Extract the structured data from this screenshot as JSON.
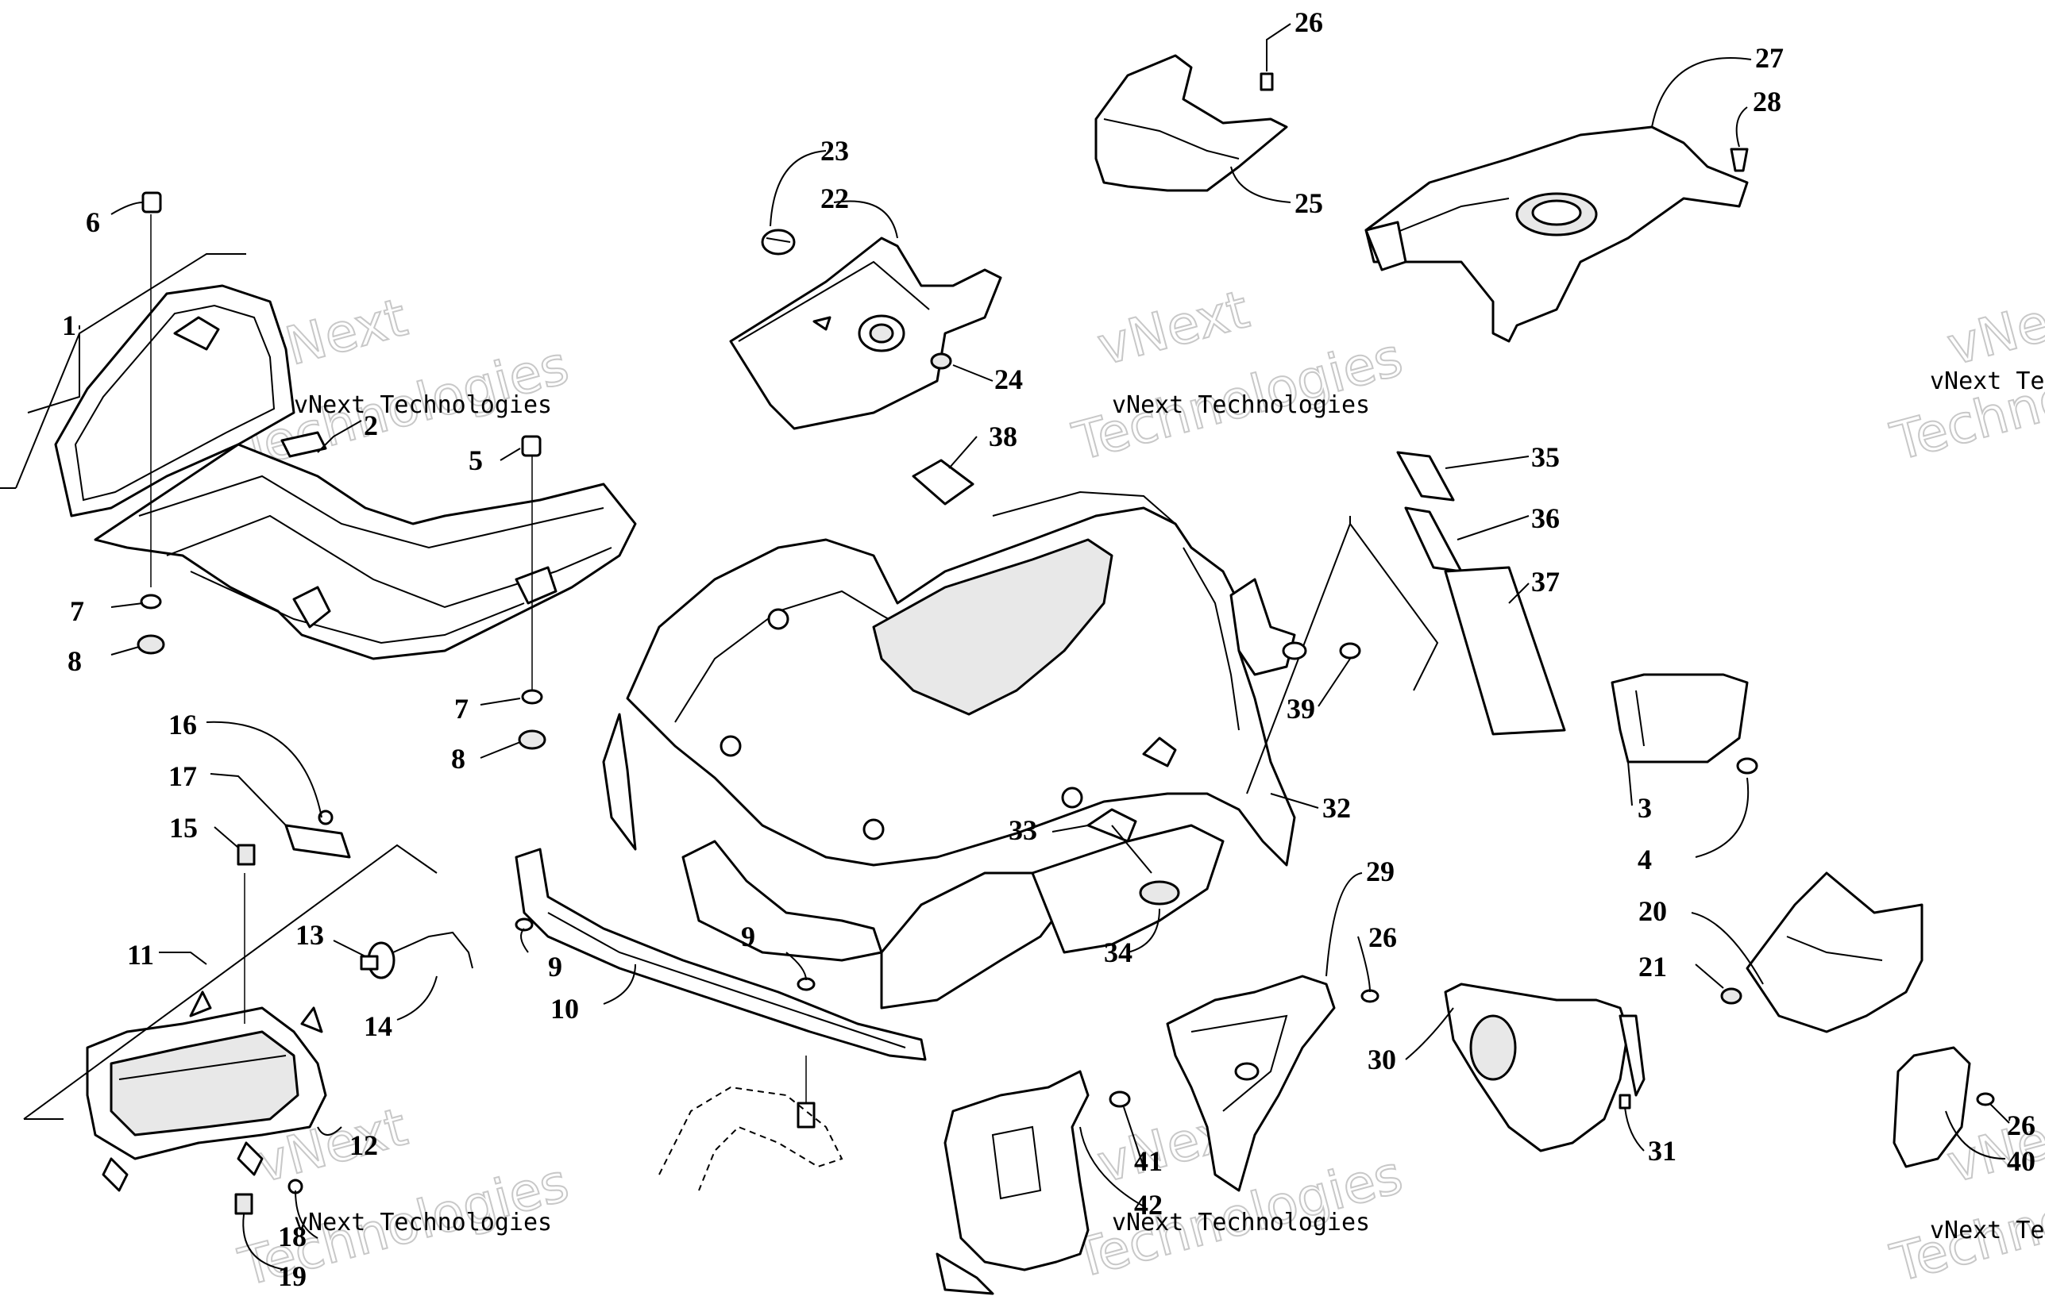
{
  "watermark": {
    "brand": "vNext",
    "company": "vNext Technologies",
    "word": "Technologies"
  },
  "callouts": [
    {
      "id": "c1",
      "label": "1"
    },
    {
      "id": "c2",
      "label": "2"
    },
    {
      "id": "c3",
      "label": "3"
    },
    {
      "id": "c4",
      "label": "4"
    },
    {
      "id": "c5",
      "label": "5"
    },
    {
      "id": "c6",
      "label": "6"
    },
    {
      "id": "c7a",
      "label": "7"
    },
    {
      "id": "c7b",
      "label": "7"
    },
    {
      "id": "c8a",
      "label": "8"
    },
    {
      "id": "c8b",
      "label": "8"
    },
    {
      "id": "c9a",
      "label": "9"
    },
    {
      "id": "c9b",
      "label": "9"
    },
    {
      "id": "c10",
      "label": "10"
    },
    {
      "id": "c11",
      "label": "11"
    },
    {
      "id": "c12",
      "label": "12"
    },
    {
      "id": "c13",
      "label": "13"
    },
    {
      "id": "c14",
      "label": "14"
    },
    {
      "id": "c15",
      "label": "15"
    },
    {
      "id": "c16",
      "label": "16"
    },
    {
      "id": "c17",
      "label": "17"
    },
    {
      "id": "c18",
      "label": "18"
    },
    {
      "id": "c19",
      "label": "19"
    },
    {
      "id": "c20",
      "label": "20"
    },
    {
      "id": "c21",
      "label": "21"
    },
    {
      "id": "c22",
      "label": "22"
    },
    {
      "id": "c23",
      "label": "23"
    },
    {
      "id": "c24",
      "label": "24"
    },
    {
      "id": "c25",
      "label": "25"
    },
    {
      "id": "c26a",
      "label": "26"
    },
    {
      "id": "c26b",
      "label": "26"
    },
    {
      "id": "c26c",
      "label": "26"
    },
    {
      "id": "c27",
      "label": "27"
    },
    {
      "id": "c28",
      "label": "28"
    },
    {
      "id": "c29",
      "label": "29"
    },
    {
      "id": "c30",
      "label": "30"
    },
    {
      "id": "c31",
      "label": "31"
    },
    {
      "id": "c32",
      "label": "32"
    },
    {
      "id": "c33",
      "label": "33"
    },
    {
      "id": "c34",
      "label": "34"
    },
    {
      "id": "c35",
      "label": "35"
    },
    {
      "id": "c36",
      "label": "36"
    },
    {
      "id": "c37",
      "label": "37"
    },
    {
      "id": "c38",
      "label": "38"
    },
    {
      "id": "c39",
      "label": "39"
    },
    {
      "id": "c40",
      "label": "40"
    },
    {
      "id": "c41",
      "label": "41"
    },
    {
      "id": "c42",
      "label": "42"
    }
  ]
}
